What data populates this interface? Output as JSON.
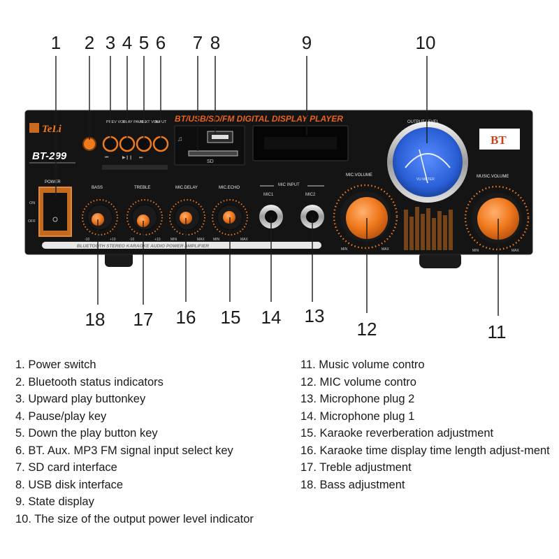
{
  "callouts": [
    "1",
    "2",
    "3",
    "4",
    "5",
    "6",
    "7",
    "8",
    "9",
    "10",
    "11",
    "12",
    "13",
    "14",
    "15",
    "16",
    "17",
    "18"
  ],
  "panel": {
    "brand": "TeLi",
    "model": "BT-299",
    "player_title": "BT/USB/SD/FM DIGITAL DISPLAY PLAYER",
    "bt_badge": "BT",
    "power_label": "POWER",
    "on_label": "ON",
    "off_label": "OFF",
    "button_labels": [
      "PREV VOL-",
      "PLAY PAUSE",
      "NEXT VOL+",
      "INPUT"
    ],
    "sd_label": "SD",
    "knob_labels": [
      "BASS",
      "TREBLE",
      "MIC.DELAY",
      "MIC.ECHO"
    ],
    "knob_scale": [
      [
        "-10",
        "+10"
      ],
      [
        "-10",
        "+10"
      ],
      [
        "MIN",
        "MAX"
      ],
      [
        "MIN",
        "MAX"
      ]
    ],
    "mic_input_label": "MIC INPUT",
    "mic_jacks": [
      "MIC1",
      "MIC2"
    ],
    "mic_volume_label": "MIC.VOLUME",
    "music_volume_label": "MUSIC.VOLUME",
    "output_level_label": "OUTPUT LEVEL",
    "vu_meter_label": "VU METER",
    "min_label": "MIN",
    "max_label": "MAX",
    "strip_text": "BLUETOOTH STEREO KARAOKE AUDIO POWER AMPLIFIER"
  },
  "legend_left": [
    "1. Power switch",
    "2. Bluetooth status indicators",
    "3. Upward play buttonkey",
    "4. Pause/play key",
    "5. Down the play button key",
    "6. BT. Aux. MP3 FM signal input select key",
    "7. SD card interface",
    "8. USB disk interface",
    "9. State display",
    "10. The size of the output power level indicator"
  ],
  "legend_right": [
    "11. Music volume contro",
    "12. MIC volume contro",
    "13. Microphone plug 2",
    "14. Microphone plug 1",
    "15. Karaoke reverberation adjustment",
    "16. Karaoke time display time length adjust-ment",
    "17. Treble adjustment",
    "18. Bass adjustment"
  ],
  "colors": {
    "panel": "#141414",
    "accent_orange": "#f07a1e",
    "meter_blue": "#2a5fd6",
    "title_orange": "#e8621c"
  }
}
